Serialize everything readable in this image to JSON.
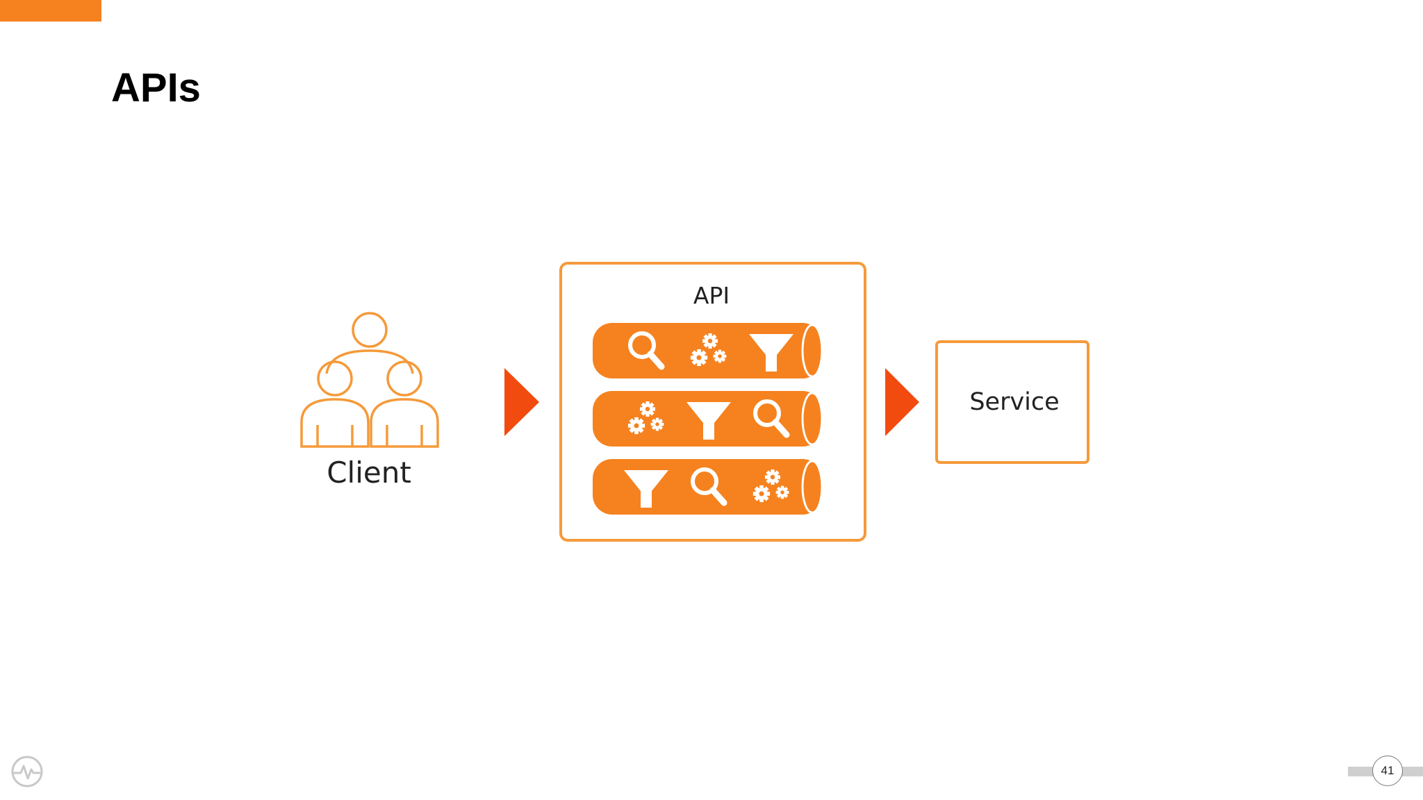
{
  "slide": {
    "title": "APIs",
    "page_number": "41"
  },
  "colors": {
    "accent": "#f5821f",
    "arrow": "#f24b0f",
    "outline": "#f59a3a",
    "footer_logo": "#c8c8c8"
  },
  "diagram": {
    "client_label": "Client",
    "api_label": "API",
    "service_label": "Service",
    "pipes": [
      {
        "icons": [
          "search-icon",
          "gears-icon",
          "filter-icon"
        ]
      },
      {
        "icons": [
          "gears-icon",
          "filter-icon",
          "search-icon"
        ]
      },
      {
        "icons": [
          "filter-icon",
          "search-icon",
          "gears-icon"
        ]
      }
    ]
  },
  "footer": {
    "logo_icon": "activity-pulse-icon"
  }
}
